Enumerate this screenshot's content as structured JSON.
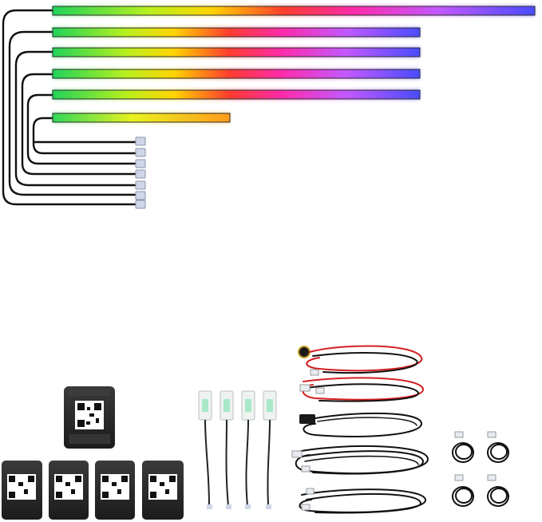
{
  "product": {
    "light_strips": [
      {
        "id": "strip-1",
        "glow_end_color": "#4a4cff"
      },
      {
        "id": "strip-2",
        "glow_end_color": "#5e5cff"
      },
      {
        "id": "strip-3",
        "glow_end_color": "#5e5cff"
      },
      {
        "id": "strip-4",
        "glow_end_color": "#5e5cff"
      },
      {
        "id": "strip-5",
        "glow_end_color": "#5e5cff"
      },
      {
        "id": "strip-6",
        "glow_end_color": "#ff8a1a"
      }
    ],
    "gradient_colors": [
      "#1fd35a",
      "#c7f21a",
      "#ffd400",
      "#ff3d2e",
      "#ff2aa8",
      "#b84dff",
      "#4a4cff"
    ],
    "cable_color": "#111111",
    "connector_color": "#cfd6e8",
    "controller_color": "#2b2b2b",
    "qr_module_count": 5,
    "led_pod_count": 4,
    "harness_count": 5,
    "mini_coil_count": 4
  }
}
